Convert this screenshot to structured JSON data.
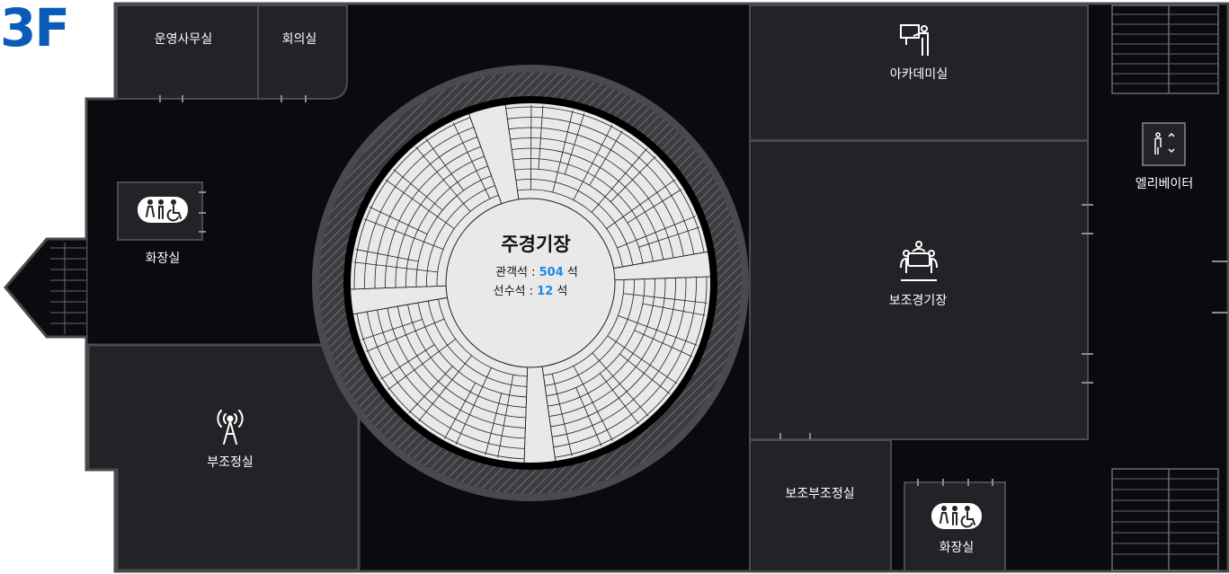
{
  "floor": "3F",
  "rooms": {
    "operations_office": "운영사무실",
    "meeting_room": "회의실",
    "academy": "아카데미실",
    "elevator": "엘리베이터",
    "restroom_west": "화장실",
    "sub_arena": "보조경기장",
    "auxiliary_office": "부조정실",
    "auxiliary_sub_office": "보조부조정실",
    "restroom_east": "화장실"
  },
  "main_arena": {
    "name": "주경기장",
    "spectator_label": "관객석 : ",
    "spectator_count": "504",
    "player_label": "선수석 : ",
    "player_count": "12",
    "seat_unit": " 석"
  },
  "colors": {
    "background": "#0b0b0f",
    "room": "#232327",
    "wall": "#4a4a4e",
    "seat_area": "#e9e9e9",
    "accent": "#1e88e5",
    "floor_label": "#0a5bb8"
  },
  "icons": {
    "academy": "presenter-icon",
    "elevator": "elevator-icon",
    "restroom": "restroom-icon",
    "sub_arena": "meeting-table-icon",
    "auxiliary_office": "broadcast-tower-icon"
  }
}
